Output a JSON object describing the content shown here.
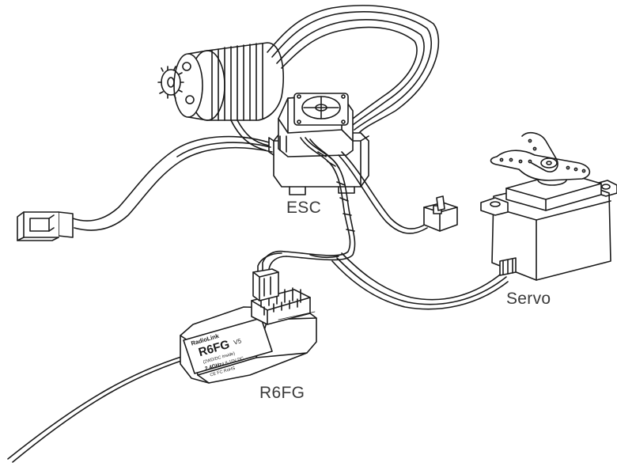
{
  "labels": {
    "esc": "ESC",
    "servo": "Servo",
    "receiver": "R6FG"
  },
  "receiver_markings": {
    "brand": "RadioLink",
    "model": "R6FG",
    "version": "V5",
    "subtitle": "(2WD/DC Inside)",
    "band": "2.4GHz",
    "voltage": "4.8-10V DC",
    "certs": "CE FC RoHS"
  },
  "colors": {
    "stroke": "#1a1a1a",
    "fill": "#ffffff",
    "label": "#3a3a3a"
  }
}
